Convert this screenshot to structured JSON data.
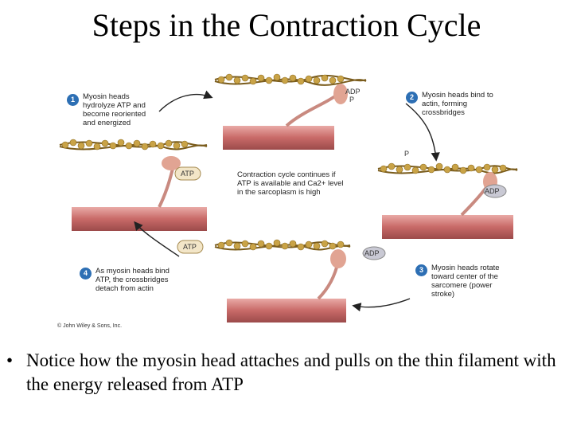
{
  "title": "Steps in the Contraction Cycle",
  "diagram": {
    "steps": [
      {
        "number": "1",
        "text": "Myosin heads\nhydrolyze ATP and\nbecome reoriented\nand energized"
      },
      {
        "number": "2",
        "text": "Myosin heads bind to\nactin, forming\ncrossbridges"
      },
      {
        "number": "3",
        "text": "Myosin heads rotate\ntoward center of the\nsarcomere (power\nstroke)"
      },
      {
        "number": "4",
        "text": "As myosin heads bind\nATP, the crossbridges\ndetach from actin"
      }
    ],
    "center_text": "Contraction cycle continues if\nATP is available and Ca2+ level\nin the sarcoplasm is high",
    "molecule_labels": {
      "adp_top": "ADP",
      "p_top": "P",
      "p_right": "P",
      "adp_right": "ADP",
      "adp_bottom": "ADP",
      "atp_left": "ATP",
      "atp_bottom": "ATP"
    },
    "copyright": "© John Wiley & Sons, Inc."
  },
  "bullet": {
    "symbol": "•",
    "text": "Notice how the myosin head attaches and pulls on the thin filament with the energy released from ATP"
  },
  "colors": {
    "number_badge": "#2d6fb4",
    "actin": "#c9a347",
    "myosin": "#b8585a",
    "arrow": "#222222"
  }
}
